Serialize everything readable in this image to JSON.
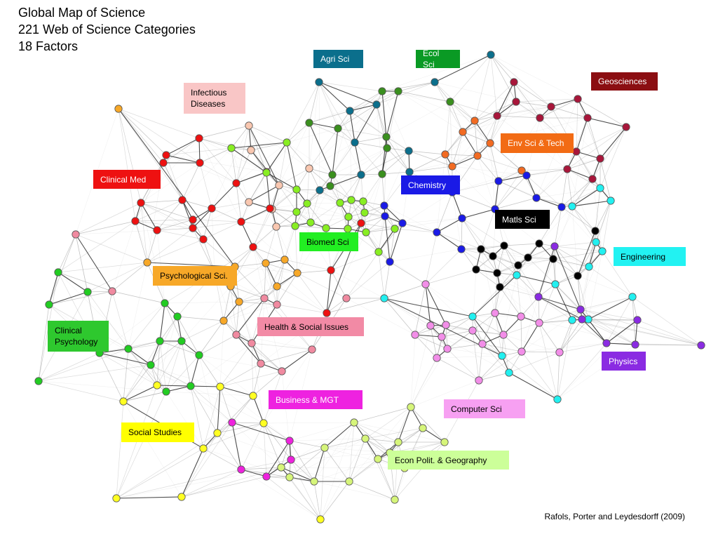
{
  "title": {
    "line1": "Global Map of Science",
    "line2": "221 Web of Science Categories",
    "line3": "18 Factors"
  },
  "credit": "Rafols, Porter and Leydesdorff (2009)",
  "colors": {
    "edge": "#9a9a9a",
    "strong_edge": "#222222",
    "node_stroke": "#555555"
  },
  "labels": [
    {
      "id": "agri-sci",
      "text": "Agri Sci",
      "bg": "#0b6f8c",
      "fg": "#ffffff"
    },
    {
      "id": "ecol-sci",
      "text": "Ecol Sci",
      "bg": "#0a9a24",
      "fg": "#ffffff"
    },
    {
      "id": "geosciences",
      "text": "Geosciences",
      "bg": "#8b0e12",
      "fg": "#ffffff"
    },
    {
      "id": "infectious-diseases",
      "text": "Infectious\nDiseases",
      "bg": "#f9c6c6",
      "fg": "#000000"
    },
    {
      "id": "env-sci-tech",
      "text": "Env Sci & Tech",
      "bg": "#f26b14",
      "fg": "#ffffff"
    },
    {
      "id": "clinical-med",
      "text": "Clinical Med",
      "bg": "#ee1111",
      "fg": "#ffffff"
    },
    {
      "id": "chemistry",
      "text": "Chemistry",
      "bg": "#1a1ae6",
      "fg": "#ffffff"
    },
    {
      "id": "matls-sci",
      "text": "Matls Sci",
      "bg": "#000000",
      "fg": "#ffffff"
    },
    {
      "id": "biomed-sci",
      "text": "Biomed Sci",
      "bg": "#22ee22",
      "fg": "#000000"
    },
    {
      "id": "engineering",
      "text": "Engineering",
      "bg": "#22f2f2",
      "fg": "#000000"
    },
    {
      "id": "psychological-sci",
      "text": "Psychological Sci.",
      "bg": "#f7a828",
      "fg": "#000000"
    },
    {
      "id": "health-social-issues",
      "text": "Health & Social Issues",
      "bg": "#f28aa5",
      "fg": "#000000"
    },
    {
      "id": "clinical-psychology",
      "text": "Clinical\nPsychology",
      "bg": "#2ec82e",
      "fg": "#000000"
    },
    {
      "id": "physics",
      "text": "Physics",
      "bg": "#8a2be2",
      "fg": "#ffffff"
    },
    {
      "id": "business-mgt",
      "text": "Business & MGT",
      "bg": "#ee22e0",
      "fg": "#ffffff"
    },
    {
      "id": "computer-sci",
      "text": "Computer Sci",
      "bg": "#f7a0f2",
      "fg": "#000000"
    },
    {
      "id": "social-studies",
      "text": "Social Studies",
      "bg": "#ffff00",
      "fg": "#000000"
    },
    {
      "id": "econ-polit-geography",
      "text": "Econ Polit. & Geography",
      "bg": "#ccff99",
      "fg": "#000000"
    }
  ]
}
